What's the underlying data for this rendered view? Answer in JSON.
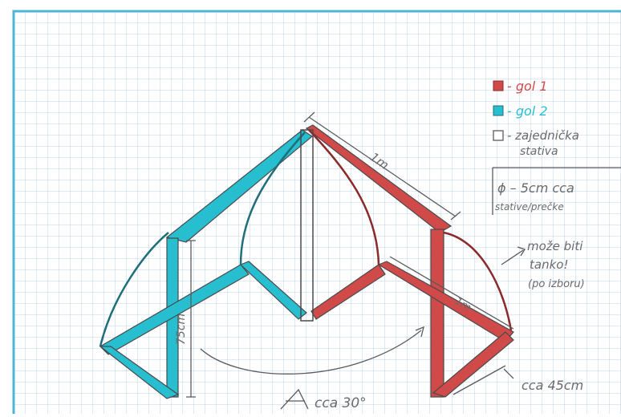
{
  "legend": {
    "items": [
      {
        "label": "- gol 1",
        "color": "#d14a4a"
      },
      {
        "label": "- gol 2",
        "color": "#27bfd0"
      },
      {
        "label": "- zajednička",
        "label2": "stativa",
        "color": "#ffffff"
      }
    ],
    "spec_line1": "ϕ – 5cm cca",
    "spec_line2": "stative/prečke"
  },
  "annotations": {
    "top_length": "1m",
    "side_length": "1m",
    "height": "75cm",
    "note_line1": "može biti",
    "note_line2": "tanko!",
    "note_line3": "(po izboru)",
    "bottom_depth": "cca 45cm",
    "angle": "cca 30°"
  },
  "colors": {
    "paper": "#ffffff",
    "grid": "#bcd6ec",
    "frame": "#4fb4d8",
    "pencil": "#5a5a5a",
    "red": "#d14a4a",
    "cyan": "#27bfd0",
    "darkred": "#8a2a2a"
  }
}
